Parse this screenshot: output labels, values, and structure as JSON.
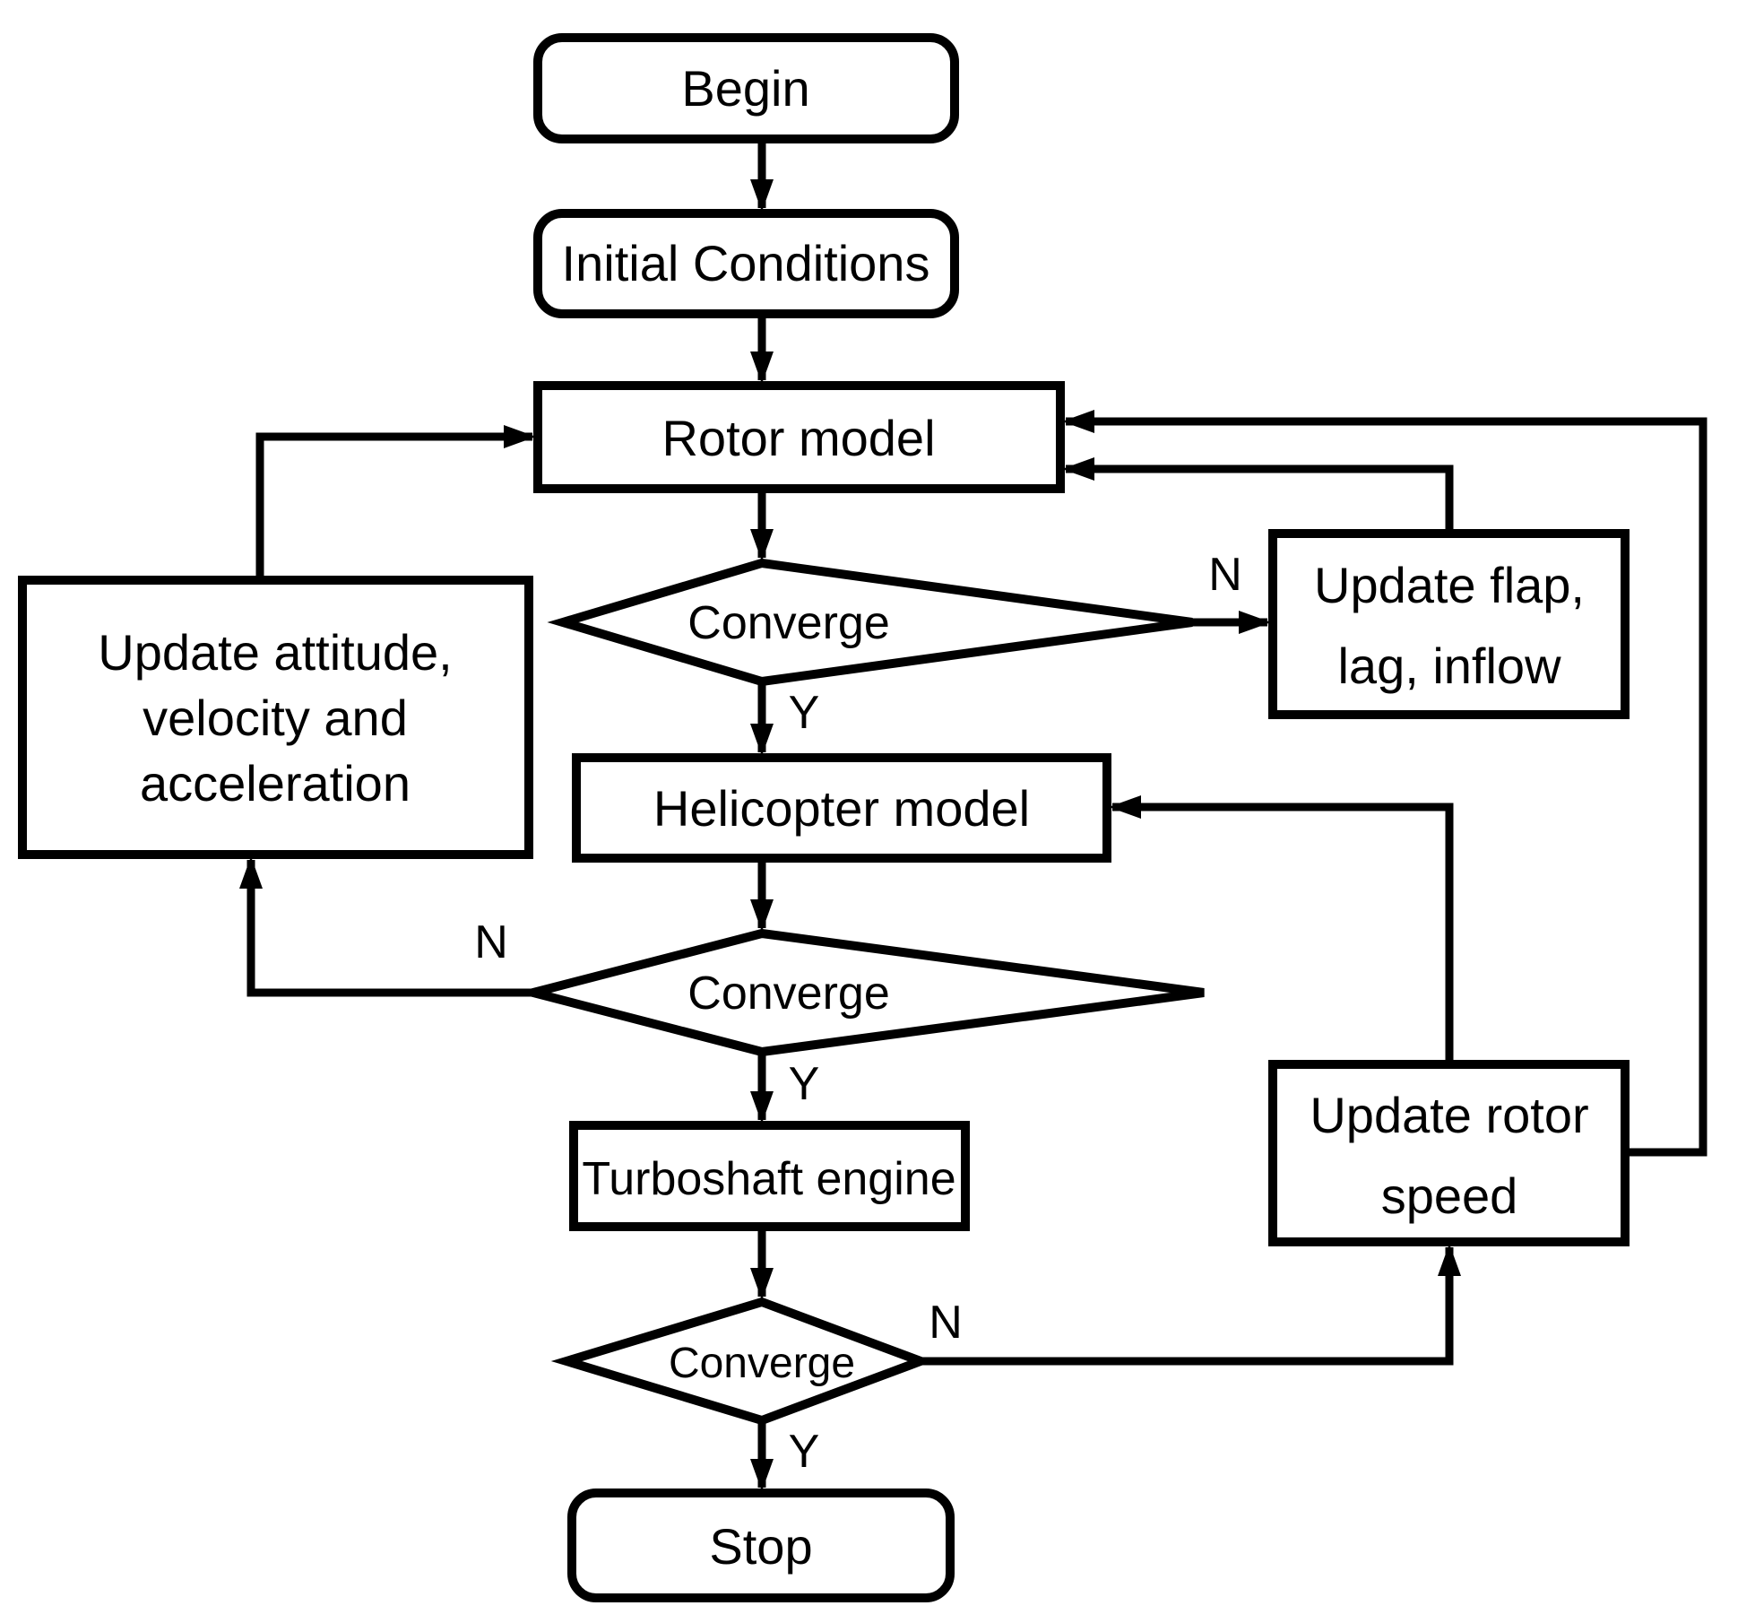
{
  "diagram": {
    "background_color": "#ffffff",
    "line_color": "#000000",
    "nodes": {
      "begin": {
        "type": "terminator",
        "label": "Begin"
      },
      "initial_conditions": {
        "type": "terminator",
        "label": "Initial Conditions"
      },
      "rotor_model": {
        "type": "process",
        "label": "Rotor model"
      },
      "converge_rotor": {
        "type": "decision",
        "label": "Converge"
      },
      "update_flap": {
        "type": "process",
        "line1": "Update flap,",
        "line2": "lag, inflow"
      },
      "helicopter_model": {
        "type": "process",
        "label": "Helicopter model"
      },
      "converge_helicopter": {
        "type": "decision",
        "label": "Converge"
      },
      "update_attitude": {
        "type": "process",
        "line1": "Update attitude,",
        "line2": "velocity and",
        "line3": "acceleration"
      },
      "turboshaft_engine": {
        "type": "process",
        "label": "Turboshaft engine"
      },
      "converge_engine": {
        "type": "decision",
        "label": "Converge"
      },
      "update_rotor_speed": {
        "type": "process",
        "line1": "Update rotor",
        "line2": "speed"
      },
      "stop": {
        "type": "terminator",
        "label": "Stop"
      }
    },
    "edge_labels": {
      "converge_rotor_no": "N",
      "converge_rotor_yes": "Y",
      "converge_helicopter_no": "N",
      "converge_helicopter_yes": "Y",
      "converge_engine_no": "N",
      "converge_engine_yes": "Y"
    }
  }
}
